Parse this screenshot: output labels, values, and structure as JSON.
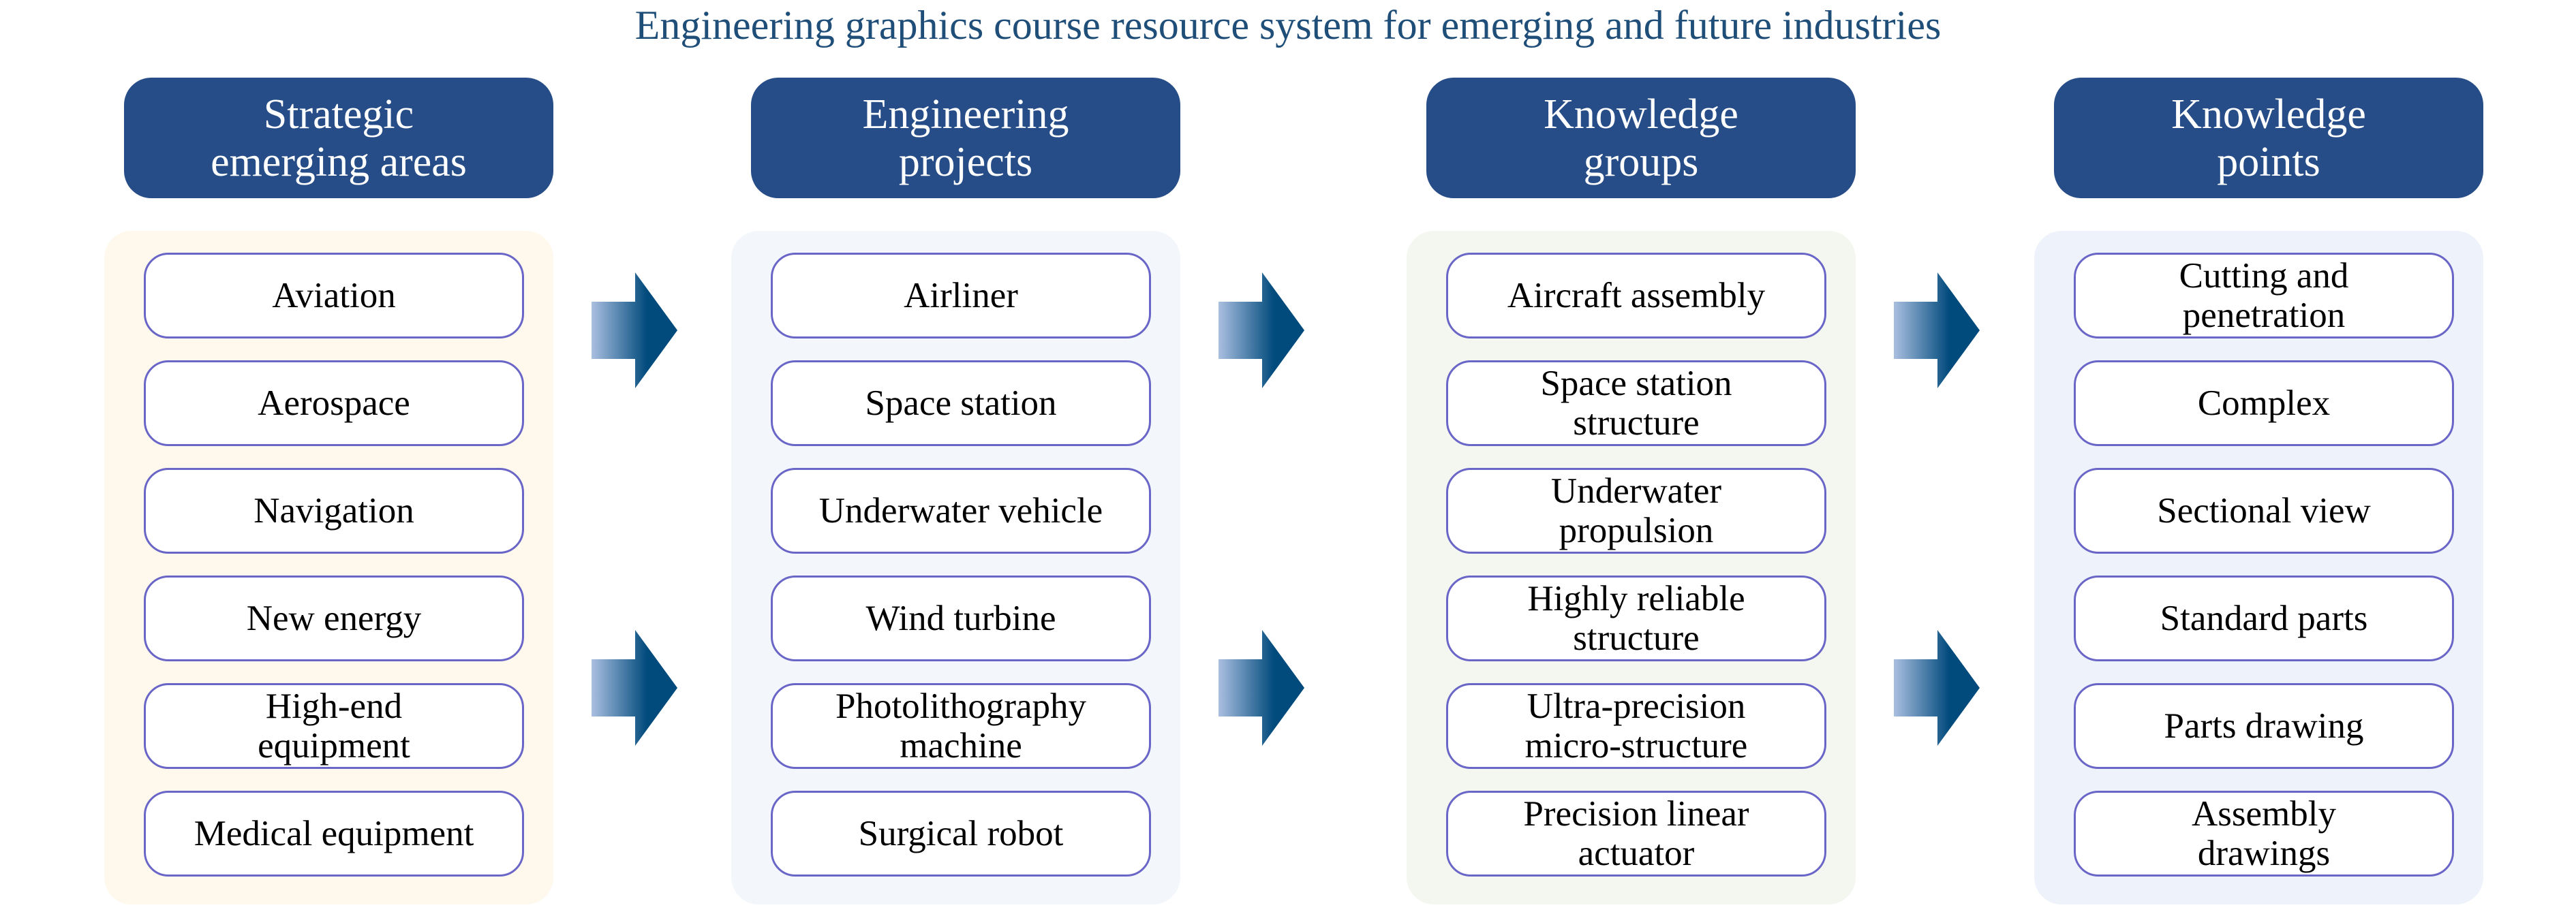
{
  "title": "Engineering graphics course resource system for emerging and future industries",
  "colors": {
    "header": "#264d87",
    "item_border": "#6a66c8",
    "title": "#1f4e79",
    "arrow_light": "#aabfe0",
    "arrow_dark": "#004a7c"
  },
  "columns": [
    {
      "header": "Strategic\nemerging areas",
      "panel_color": "#fff8ec",
      "items": [
        "Aviation",
        "Aerospace",
        "Navigation",
        "New energy",
        "High-end\nequipment",
        "Medical equipment"
      ]
    },
    {
      "header": "Engineering\nprojects",
      "panel_color": "#f3f7fc",
      "items": [
        "Airliner",
        "Space station",
        "Underwater vehicle",
        "Wind turbine",
        "Photolithography\nmachine",
        "Surgical robot"
      ]
    },
    {
      "header": "Knowledge\ngroups",
      "panel_color": "#f4f7f0",
      "items": [
        "Aircraft assembly",
        "Space station\nstructure",
        "Underwater\npropulsion",
        "Highly reliable\nstructure",
        "Ultra-precision\nmicro-structure",
        "Precision linear\nactuator"
      ]
    },
    {
      "header": "Knowledge\npoints",
      "panel_color": "#eef2fb",
      "items": [
        "Cutting and\npenetration",
        "Complex",
        "Sectional view",
        "Standard parts",
        "Parts drawing",
        "Assembly\ndrawings"
      ]
    }
  ]
}
